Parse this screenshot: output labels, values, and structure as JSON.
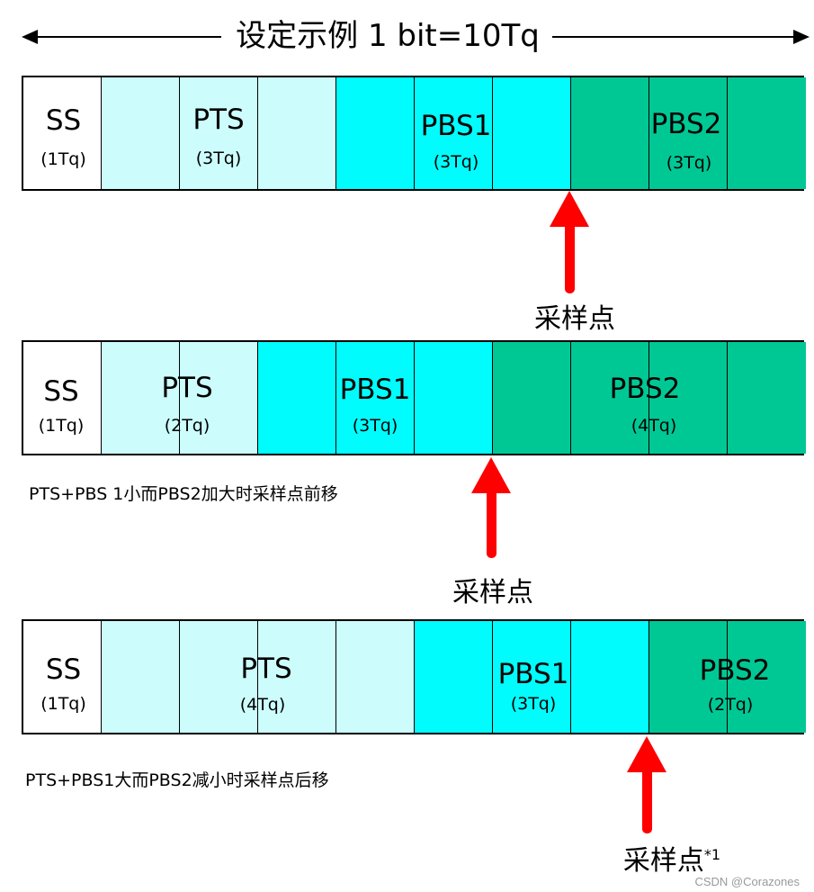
{
  "title": "设定示例 1 bit=10Tq",
  "colors": {
    "ss": "#ffffff",
    "pts": "#ccfcfc",
    "pbs1": "#00fcfc",
    "pbs2": "#00c895",
    "arrow": "#ff0000"
  },
  "rows": [
    {
      "cells": [
        "ss",
        "pts",
        "pts",
        "pts",
        "pbs1",
        "pbs1",
        "pbs1",
        "pbs2",
        "pbs2",
        "pbs2"
      ],
      "ss": {
        "name": "SS",
        "dur": "(1Tq)"
      },
      "pts": {
        "name": "PTS",
        "dur": "(3Tq)"
      },
      "pbs1": {
        "name": "PBS1",
        "dur": "(3Tq)"
      },
      "pbs2": {
        "name": "PBS2",
        "dur": "(3Tq)"
      },
      "sample_label": "采样点",
      "note": ""
    },
    {
      "cells": [
        "ss",
        "pts",
        "pts",
        "pbs1",
        "pbs1",
        "pbs1",
        "pbs2",
        "pbs2",
        "pbs2",
        "pbs2"
      ],
      "ss": {
        "name": "SS",
        "dur": "(1Tq)"
      },
      "pts": {
        "name": "PTS",
        "dur": "(2Tq)"
      },
      "pbs1": {
        "name": "PBS1",
        "dur": "(3Tq)"
      },
      "pbs2": {
        "name": "PBS2",
        "dur": "(4Tq)"
      },
      "sample_label": "采样点",
      "note": "PTS+PBS 1小而PBS2加大时采样点前移"
    },
    {
      "cells": [
        "ss",
        "pts",
        "pts",
        "pts",
        "pts",
        "pbs1",
        "pbs1",
        "pbs1",
        "pbs2",
        "pbs2"
      ],
      "ss": {
        "name": "SS",
        "dur": "(1Tq)"
      },
      "pts": {
        "name": "PTS",
        "dur": "(4Tq)"
      },
      "pbs1": {
        "name": "PBS1",
        "dur": "(3Tq)"
      },
      "pbs2": {
        "name": "PBS2",
        "dur": "(2Tq)"
      },
      "sample_label": "采样点",
      "sample_sup": "*1",
      "note": "PTS+PBS1大而PBS2减小时采样点后移"
    }
  ],
  "watermark": "CSDN @Corazones"
}
